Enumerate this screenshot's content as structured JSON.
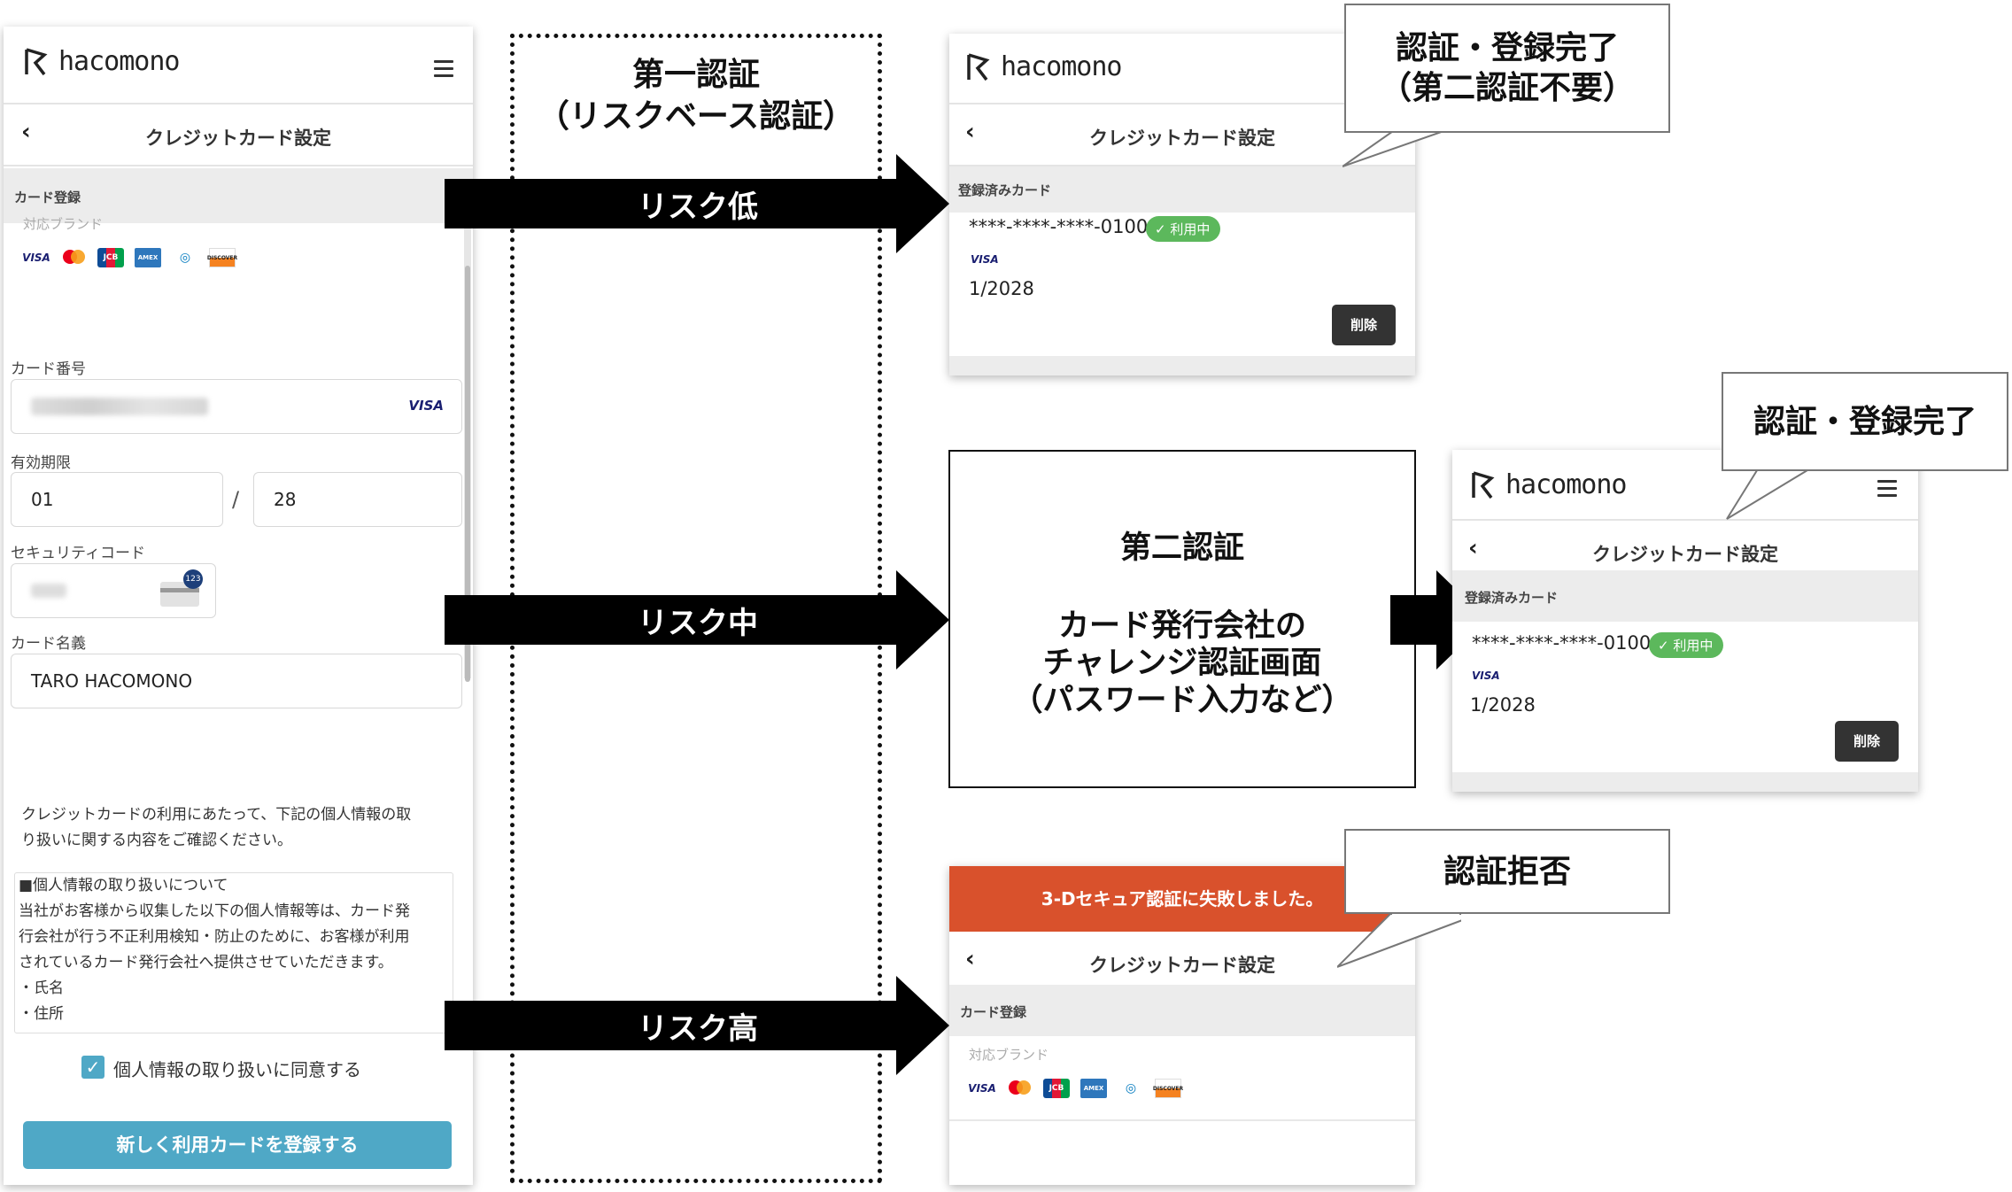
{
  "app": {
    "brand": "hacomono",
    "page_title": "クレジットカード設定"
  },
  "left_form": {
    "section_label": "カード登録",
    "brands_label": "対応ブランド",
    "brands": [
      "VISA",
      "MasterCard",
      "JCB",
      "AMEX",
      "Diners Club",
      "DISCOVER"
    ],
    "card_number_label": "カード番号",
    "card_number_brand": "VISA",
    "expiry_label": "有効期限",
    "expiry_month": "01",
    "expiry_separator": "/",
    "expiry_year": "28",
    "security_code_label": "セキュリティコード",
    "security_badge": "123",
    "card_name_label": "カード名義",
    "card_name": "TARO HACOMONO",
    "notice_line1": "クレジットカードの利用にあたって、下記の個人情報の取",
    "notice_line2": "り扱いに関する内容をご確認ください。",
    "policy_lines": [
      "■個人情報の取り扱いについて",
      "当社がお客様から収集した以下の個人情報等は、カード発",
      "行会社が行う不正利用検知・防止のために、お客様が利用",
      "されているカード発行会社へ提供させていただきます。",
      "・氏名",
      "・住所"
    ],
    "consent_label": "個人情報の取り扱いに同意する",
    "submit_label": "新しく利用カードを登録する"
  },
  "diagram": {
    "first_auth_line1": "第一認証",
    "first_auth_line2": "（リスクベース認証）",
    "risk_low": "リスク低",
    "risk_mid": "リスク中",
    "risk_high": "リスク高",
    "second_auth_title": "第二認証",
    "second_auth_line1": "カード発行会社の",
    "second_auth_line2": "チャレンジ認証画面",
    "second_auth_line3": "（パスワード入力など）",
    "callout_low_line1": "認証・登録完了",
    "callout_low_line2": "（第二認証不要）",
    "callout_mid": "認証・登録完了",
    "callout_high": "認証拒否"
  },
  "registered_card": {
    "section_label": "登録済みカード",
    "number": "****-****-****-0100",
    "status_badge": "利用中",
    "brand": "VISA",
    "expiry": "1/2028",
    "delete_label": "削除"
  },
  "failure_screen": {
    "error_banner": "3-Dセキュア認証に失敗しました。",
    "section_label": "カード登録",
    "brands_label": "対応ブランド"
  },
  "colors": {
    "accent_blue": "#4fa8c6",
    "error_red": "#d9512c",
    "badge_green": "#5cb85c"
  }
}
